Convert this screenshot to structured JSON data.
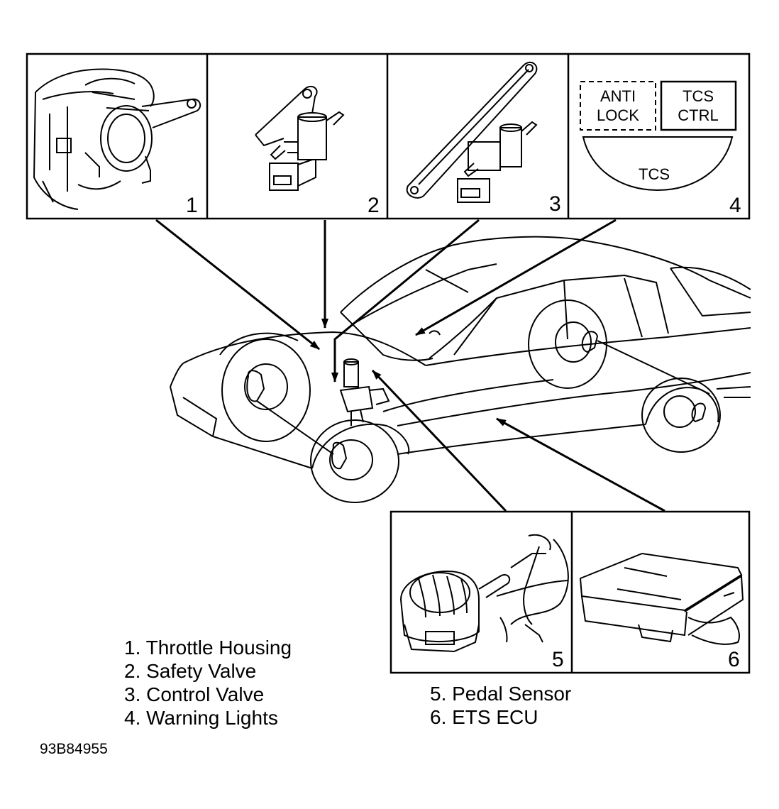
{
  "panels": [
    {
      "number": "1"
    },
    {
      "number": "2"
    },
    {
      "number": "3"
    },
    {
      "number": "4",
      "lamps": {
        "anti_lock_line1": "ANTI",
        "anti_lock_line2": "LOCK",
        "tcs_ctrl_line1": "TCS",
        "tcs_ctrl_line2": "CTRL",
        "tcs": "TCS"
      }
    },
    {
      "number": "5"
    },
    {
      "number": "6"
    }
  ],
  "legend_left": [
    "1. Throttle Housing",
    "2. Safety Valve",
    "3. Control Valve",
    "4. Warning Lights"
  ],
  "legend_right": [
    "5. Pedal Sensor",
    "6. ETS ECU"
  ],
  "figure_id": "93B84955"
}
